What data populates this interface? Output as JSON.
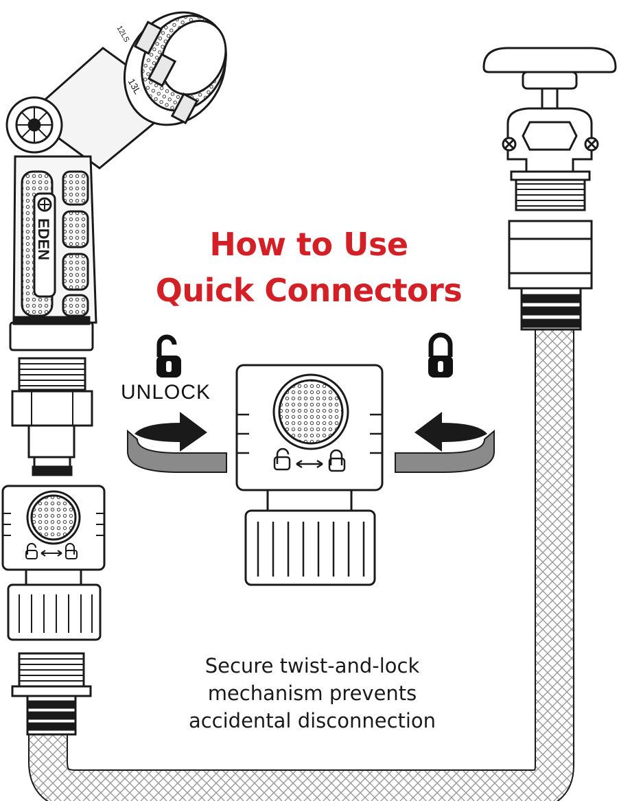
{
  "title": {
    "line1": "How to Use",
    "line2": "Quick Connectors"
  },
  "labels": {
    "unlock": "UNLOCK",
    "brand": "EDEN",
    "dial_1": "13L",
    "dial_2": "12LS"
  },
  "caption": {
    "line1": "Secure twist-and-lock",
    "line2": "mechanism prevents",
    "line3": "accidental disconnection"
  },
  "icons": {
    "unlock": "unlocked-padlock-icon",
    "lock": "locked-padlock-icon",
    "rotate_left": "rotate-clockwise-arrow-icon",
    "rotate_right": "rotate-counterclockwise-arrow-icon"
  },
  "colors": {
    "title": "#d32027",
    "line": "#1a1a1a",
    "band": "#8a8a8a"
  }
}
